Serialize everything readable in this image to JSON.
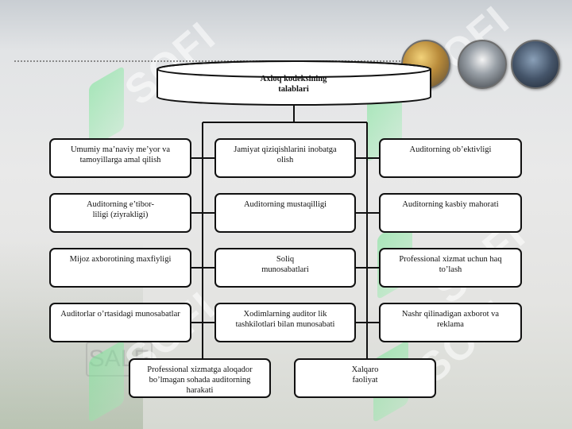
{
  "diagram": {
    "title": "Axloq kodeksining\ntalablari",
    "rows": [
      [
        "Umumiy ma’naviy me’yor va\ntamoyillarga amal qilish",
        "Jamiyat qiziqishlarini inobatga\nolish",
        "Auditorning ob’ektivligi"
      ],
      [
        "Auditorning e’tibor-\nliligi (ziyrakligi)",
        "Auditorning mustaqilligi",
        "Auditorning kasbiy mahorati"
      ],
      [
        "Mijoz axborotining maxfiyligi",
        "Soliq\nmunosabatlari",
        "Professional xizmat uchun haq\nto’lash"
      ],
      [
        "Auditorlar o’rtasidagi munosabatlar",
        "Xodimlarning auditor lik\ntashkilotlari bilan munosabati",
        "Nashr qilinadigan axborot va\nreklama"
      ]
    ],
    "bottom": [
      "Professional xizmatga aloqador\nbo’lmagan sohada auditorning\nharakati",
      "Xalqaro\nfaoliyat"
    ]
  },
  "branding": {
    "watermark_text": "SOFI",
    "sign_text": "SALE",
    "accent_color": "#7ee6a0"
  }
}
